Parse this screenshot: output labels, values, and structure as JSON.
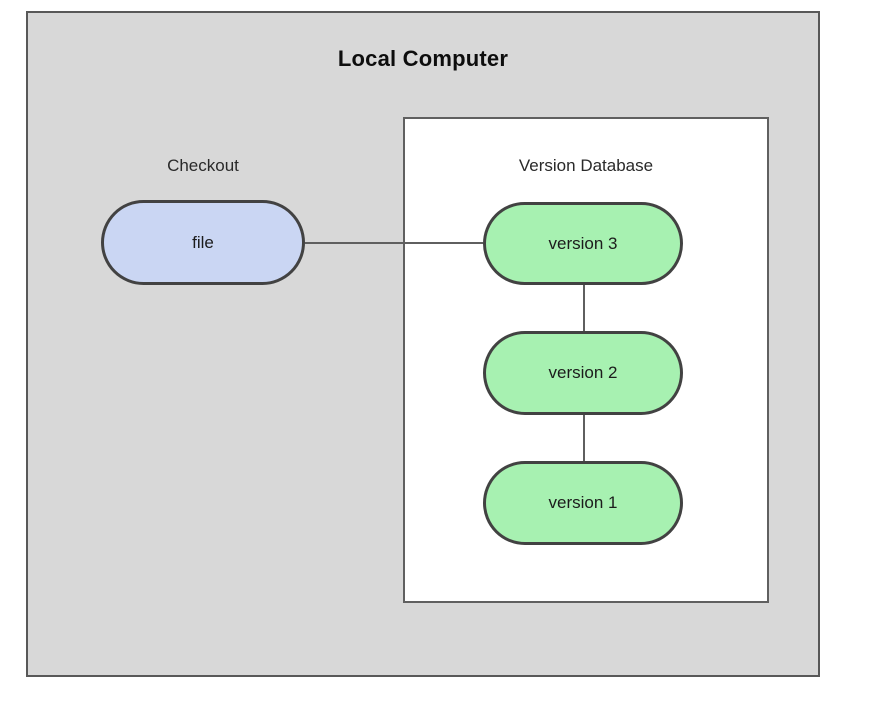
{
  "title": "Local Computer",
  "checkout": {
    "label": "Checkout",
    "node_label": "file"
  },
  "version_database": {
    "label": "Version Database",
    "nodes": [
      {
        "label": "version 3"
      },
      {
        "label": "version 2"
      },
      {
        "label": "version 1"
      }
    ]
  },
  "colors": {
    "outer_bg": "#d8d8d8",
    "outer_border": "#585858",
    "db_bg": "#ffffff",
    "db_border": "#606060",
    "file_fill": "#cad6f3",
    "version_fill": "#a7f1b1",
    "node_border": "#424242",
    "connector": "#5f5f5f"
  }
}
